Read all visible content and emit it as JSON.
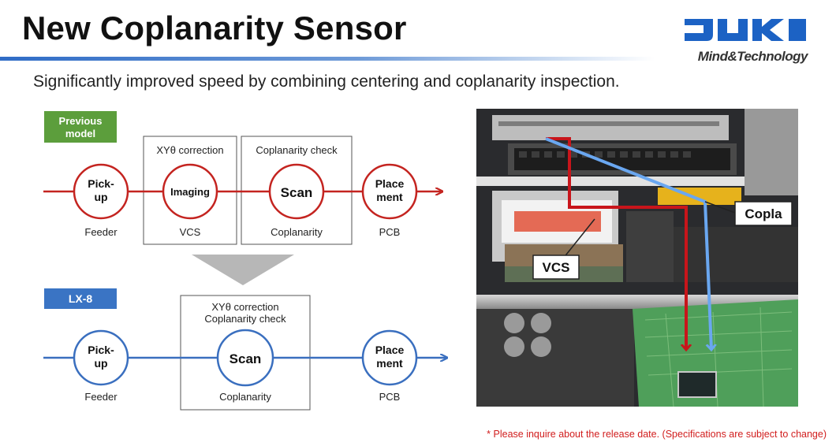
{
  "title": "New Coplanarity Sensor",
  "brand": {
    "logo_text": "JUKI",
    "tagline": "Mind&Technology",
    "color": "#1c62c4"
  },
  "subtitle": "Significantly improved speed by combining centering and coplanarity inspection.",
  "previous": {
    "badge_line1": "Previous",
    "badge_line2": "model",
    "badge_color": "#5c9e3c",
    "flow_color": "#c42420",
    "box1_title": "XYθ correction",
    "box2_title": "Coplanarity check",
    "steps": [
      {
        "line1": "Pick-",
        "line2": "up",
        "label": "Feeder"
      },
      {
        "line1": "Imaging",
        "line2": "",
        "label": "VCS"
      },
      {
        "line1": "Scan",
        "line2": "",
        "label": "Coplanarity"
      },
      {
        "line1": "Place",
        "line2": "ment",
        "label": "PCB"
      }
    ]
  },
  "lx8": {
    "badge": "LX-8",
    "badge_color": "#3a74c4",
    "flow_color": "#3a6fbf",
    "box_title_line1": "XYθ correction",
    "box_title_line2": "Coplanarity check",
    "steps": [
      {
        "line1": "Pick-",
        "line2": "up",
        "label": "Feeder"
      },
      {
        "line1": "Scan",
        "line2": "",
        "label": "Coplanarity"
      },
      {
        "line1": "Place",
        "line2": "ment",
        "label": "PCB"
      }
    ]
  },
  "photo": {
    "label_vcs": "VCS",
    "label_copla": "Copla"
  },
  "footnote": "* Please inquire about the release date. (Specifications are subject to change)"
}
